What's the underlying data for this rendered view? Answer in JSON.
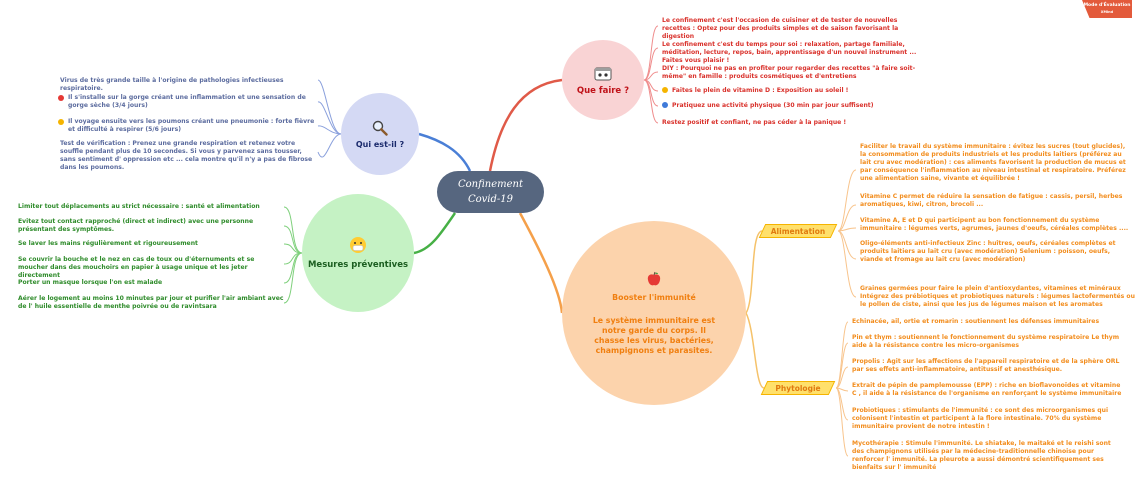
{
  "badge": {
    "line1": "Mode d'Évaluation",
    "line2": "XMind"
  },
  "center": {
    "line1": "Confinement",
    "line2": "Covid-19"
  },
  "qui": {
    "title": "Qui est-il ?",
    "icon": "magnifier-icon",
    "items": [
      "Virus de très grande taille à l'origine de pathologies infectieuses respiratoire.",
      "Il s'installe sur la gorge créant une inflammation et une sensation de gorge sèche (3/4 jours)",
      "Il voyage ensuite vers les poumons créant une pneumonie : forte fièvre et difficulté à respirer (5/6 jours)",
      "Test de vérification : Prenez une grande respiration et retenez votre souffle pendant plus de 10 secondes. Si vous y parvenez sans tousser, sans sentiment d' oppression etc ... cela montre qu'il n'y a pas de fibrose dans les poumons."
    ],
    "markers": [
      "1",
      "2"
    ]
  },
  "que": {
    "title": "Que faire ?",
    "icon": "cooking-pot-icon",
    "items": [
      "Le confinement c'est l'occasion de cuisiner et de tester de nouvelles recettes : Optez pour des produits simples et de saison favorisant la digestion",
      "Le confinement c'est du temps pour soi : relaxation, partage familiale, méditation, lecture, repos, bain, apprentissage d'un nouvel instrument ... Faites vous plaisir !",
      "DIY : Pourquoi ne pas en profiter pour regarder des recettes \"à faire soit-même\" en famille : produits cosmétiques et d'entretiens",
      "Faites le plein de vitamine D : Exposition au soleil !",
      "Pratiquez une activité physique (30 min par jour suffisent)",
      "Restez positif et confiant, ne pas céder à la panique !"
    ]
  },
  "mes": {
    "title": "Mesures préventives",
    "icon": "mask-face-icon",
    "items": [
      "Limiter tout déplacements au strict nécessaire : santé et alimentation",
      "Evitez tout contact rapproché (direct et indirect) avec une personne présentant des symptômes.",
      "Se laver les mains régulièrement et rigoureusement",
      "Se couvrir la bouche et le nez en cas de toux ou d'éternuments et se moucher dans des mouchoirs en papier à usage unique et les jeter directement",
      "Porter un masque lorsque l'on est malade",
      "Aérer le logement au moins 10 minutes par jour  et purifier l'air ambiant avec de  l' huile essentielle de menthe poivrée ou de ravintsara"
    ]
  },
  "boo": {
    "title": "Booster l'immunité",
    "subtitle": "Le système immunitaire est notre garde du corps. Il chasse les virus, bactéries, champignons et parasites.",
    "icon": "apple-icon"
  },
  "alimentation": {
    "label": "Alimentation",
    "items": [
      "Faciliter le travail du système immunitaire : évitez les sucres (tout glucides), la consommation de produits industriels et les produits laitiers (préférez au lait cru avec modération) : ces aliments favorisent la production de mucus et par conséquence l'inflammation au niveau intestinal et respiratoire. Préférez une alimentation saine, vivante et équilibrée !",
      "Vitamine C  permet de réduire la sensation de fatigue : cassis, persil, herbes aromatiques, kiwi, citron, brocoli ...",
      "Vitamine A, E et D qui participent au bon fonctionnement du système immunitaire : légumes verts, agrumes, jaunes d'oeufs, céréales complètes ....",
      "Oligo-éléments anti-infectieux Zinc : huîtres, oeufs, céréales complètes et produits laitiers au lait cru (avec modération) Selenium : poisson, oeufs, viande et fromage au lait cru (avec modération)",
      "Graines germées pour faire le plein d'antioxydantes, vitamines et minéraux Intégrez des prébiotiques et probiotiques naturels : légumes lactofermentés ou le pollen de ciste, ainsi que les jus de légumes maison et les aromates"
    ]
  },
  "phytologie": {
    "label": "Phytologie",
    "items": [
      "Echinacée, ail, ortie et romarin : soutiennent les défenses immunitaires",
      "Pin et thym : soutiennent le fonctionnement du système respiratoire Le thym aide à la résistance contre les micro-organismes",
      "Propolis : Agit sur les affections de l'appareil respiratoire et de la sphère ORL par ses effets anti-inflammatoire, antitussif et anesthésique.",
      "Extrait de pépin de pamplemousse (EPP) : riche en bioflavonoïdes et vitamine C , il aide à la résistance de l'organisme en renforçant le système immunitaire",
      "Probiotiques : stimulants de l'immunité : ce sont des microorganismes qui colonisent l'intestin et participent à la flore intestinale. 70% du système immunitaire provient de notre intestin !",
      "Mycothérapie : Stimule l'immunité. Le shiatake, le maitaké et le reishi sont des champignons utilisés par la médecine-traditionnelle chinoise pour renforcer l' immunité. La pleurote a aussi démontré scientifiquement ses bienfaits sur l' immunité"
    ]
  },
  "colors": {
    "blue": "#5b6b9e",
    "red": "#d9312b",
    "green": "#2e8b2a",
    "orange": "#f28c1c",
    "center": "#56667f"
  }
}
